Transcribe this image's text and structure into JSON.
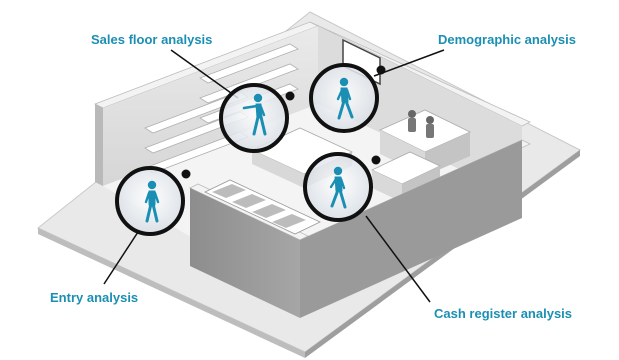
{
  "accent_color": "#1b8fb3",
  "ring_color": "#111111",
  "person_icon": "walking-person-icon",
  "callouts": {
    "sales_floor": "Sales floor analysis",
    "demographic": "Demographic analysis",
    "entry": "Entry analysis",
    "cash_register": "Cash register analysis"
  }
}
